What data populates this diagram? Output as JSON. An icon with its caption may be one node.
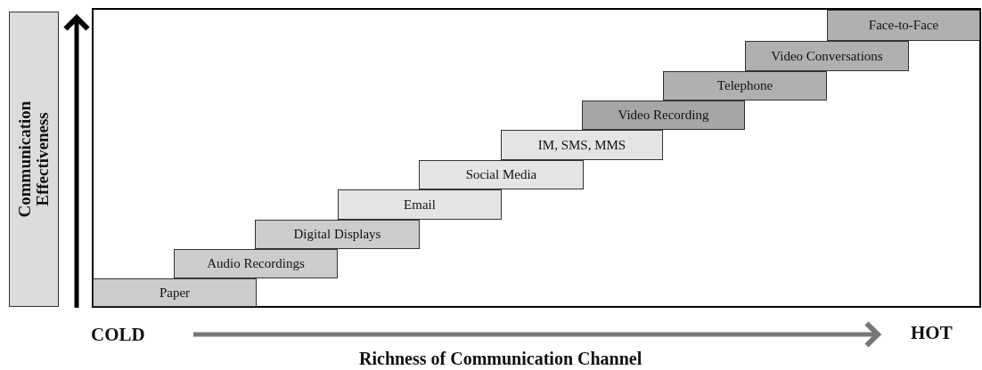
{
  "diagram": {
    "nodes": [
      {
        "text": [
          "Communication Effectiveness"
        ]
      },
      {
        "text": [
          "Paper"
        ]
      },
      {
        "text": [
          "Audio Recordings"
        ]
      },
      {
        "text": [
          "Digital Displays"
        ]
      },
      {
        "text": [
          "Email"
        ]
      },
      {
        "text": [
          "Social Media"
        ]
      },
      {
        "text": [
          "IM, SMS, MMS"
        ]
      },
      {
        "text": [
          "Video Recording"
        ]
      },
      {
        "text": [
          "Telephone"
        ]
      },
      {
        "text": [
          "Video Conversations"
        ]
      },
      {
        "text": [
          "Face-to-Face"
        ]
      }
    ],
    "edges": [],
    "labels": [
      "COLD",
      "HOT",
      "Richness of Communication Channel"
    ]
  }
}
